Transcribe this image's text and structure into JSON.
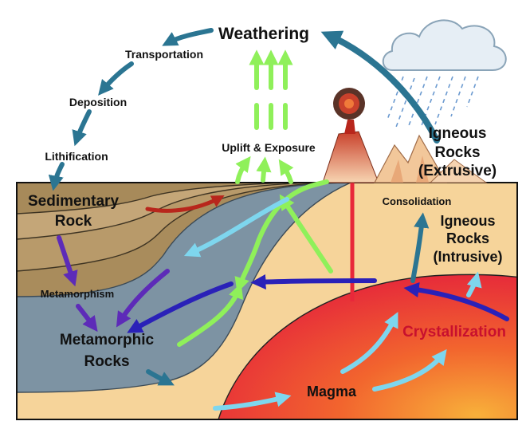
{
  "labels": {
    "weathering": "Weathering",
    "transportation": "Transportation",
    "deposition": "Deposition",
    "lithification": "Lithification",
    "uplift": "Uplift & Exposure",
    "sedimentary_1": "Sedimentary",
    "sedimentary_2": "Rock",
    "metamorphism": "Metamorphism",
    "metamorphic_1": "Metamorphic",
    "metamorphic_2": "Rocks",
    "magma": "Magma",
    "crystallization": "Crystallization",
    "consolidation": "Consolidation",
    "igneous_intrusive_1": "Igneous",
    "igneous_intrusive_2": "Rocks",
    "igneous_intrusive_3": "(Intrusive)",
    "igneous_extrusive_1": "Igneous",
    "igneous_extrusive_2": "Rocks",
    "igneous_extrusive_3": "(Extrusive)"
  },
  "colors": {
    "sediment_tan": "#b89a6a",
    "sediment_dark": "#8f7a50",
    "metamorphic_gray": "#7d93a3",
    "ground_sand": "#f6d49a",
    "magma_red": "#e8283a",
    "magma_orange": "#f26a2c",
    "arrow_teal": "#2b7592",
    "arrow_green": "#8ff05a",
    "arrow_cyan": "#7ed6ee",
    "arrow_purple": "#5d2bb8",
    "arrow_navy": "#2a21b8",
    "arrow_darkred": "#b8261c"
  }
}
